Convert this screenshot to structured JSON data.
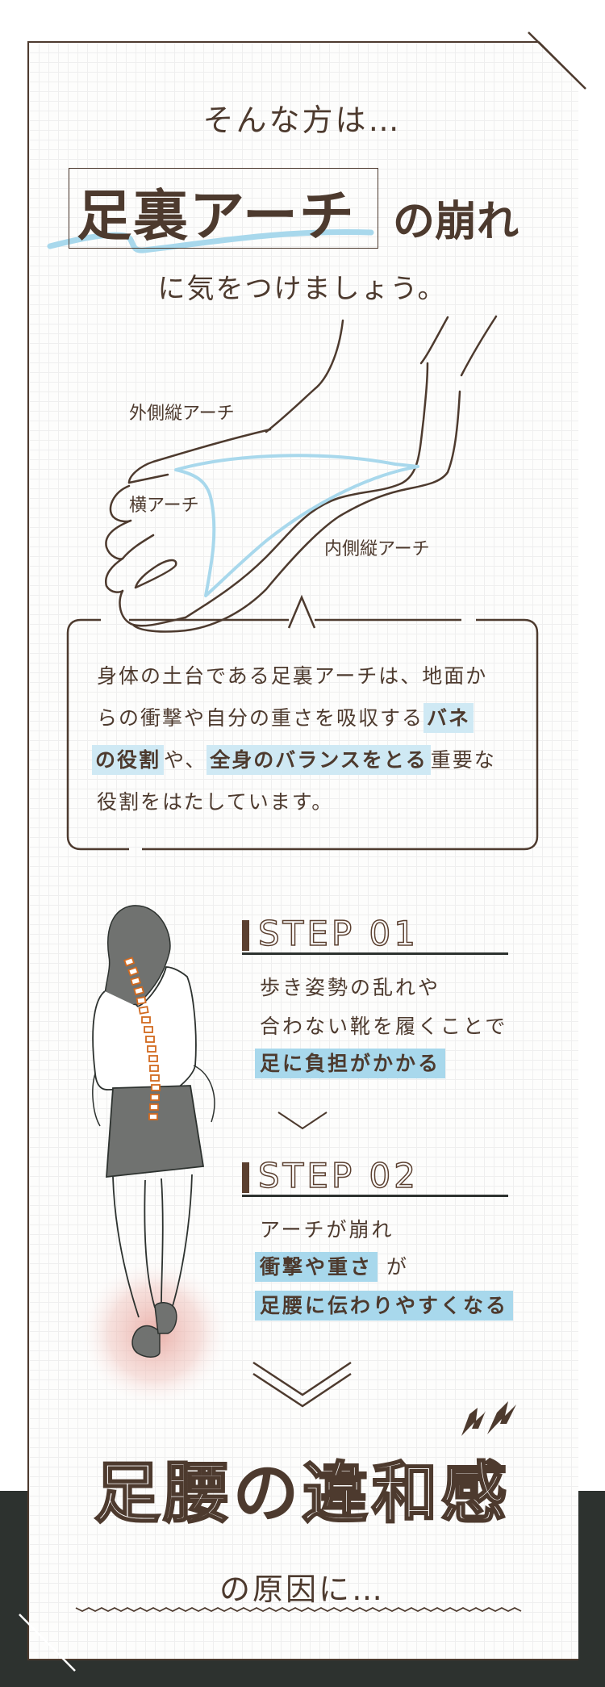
{
  "intro": "そんな方は…",
  "title": {
    "highlight": "足裏アーチ",
    "suffix": "の崩れ"
  },
  "subtitle": "に気をつけましょう。",
  "foot_diagram": {
    "labels": {
      "outer": "外側縦アーチ",
      "transverse": "横アーチ",
      "inner": "内側縦アーチ"
    },
    "arch_color": "#a8d8ec",
    "line_color": "#4d3a2e"
  },
  "info_box": {
    "line1": "身体の土台である足裏アーチは、地面か",
    "line2_a": "らの衝撃や自分の重さを吸収する",
    "line2_hl": "バネ",
    "line3_hl1": "の役割",
    "line3_b": "や、",
    "line3_hl2": "全身のバランスをとる",
    "line3_c": "重要な",
    "line4": "役割をはたしています。"
  },
  "steps": [
    {
      "title": "STEP 01",
      "line1": "歩き姿勢の乱れや",
      "line2": "合わない靴を履くことで",
      "highlight": "足に負担がかかる"
    },
    {
      "title": "STEP 02",
      "line1": "アーチが崩れ",
      "highlight1": "衝撃や重さ",
      "after1": "が",
      "highlight2": "足腰に伝わりやすくなる"
    }
  ],
  "conclusion": {
    "part1": "足腰",
    "part2": "の",
    "part3": "違和感",
    "cause": "の原因に…"
  },
  "colors": {
    "text": "#4d3a2e",
    "highlight": "#a8d8ec",
    "highlight_light": "#cfe9f4",
    "dark_band": "#2d322f",
    "spine": "#d2691e",
    "pain_glow": "#e8a8a0"
  }
}
